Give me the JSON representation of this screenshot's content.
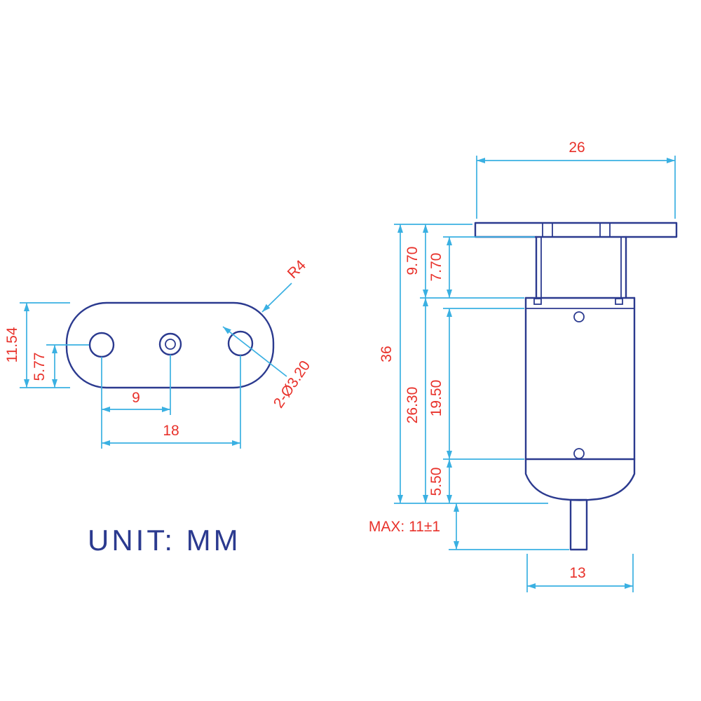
{
  "colors": {
    "outline": "#2b3a8f",
    "dimension": "#3ab0e2",
    "dim_text": "#e8312a",
    "unit_text": "#2b3a8f"
  },
  "unit": {
    "label": "UNIT: MM"
  },
  "top_view": {
    "dimensions": {
      "overall_height": "11.54",
      "half_height": "5.77",
      "hole_to_center": "9",
      "hole_spacing": "18",
      "corner_radius": "R4",
      "mount_holes": "2-Ø3.20"
    }
  },
  "side_view": {
    "dimensions": {
      "flange_width": "26",
      "overall_length": "36",
      "upper_section": "9.70",
      "gear_section": "7.70",
      "body_length": "26.30",
      "body_section": "19.50",
      "cap_section": "5.50",
      "shaft_max": "MAX: 11±1",
      "body_width": "13"
    }
  }
}
